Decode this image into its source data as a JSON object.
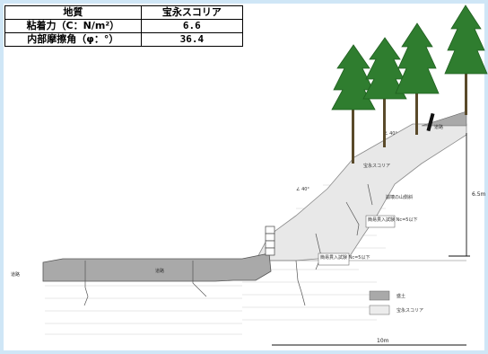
{
  "table": {
    "header": [
      "地質",
      "宝永スコリア"
    ],
    "rows": [
      {
        "label": "粘着力（C：N/m²）",
        "value": "6.6"
      },
      {
        "label": "内部摩擦角（φ：°）",
        "value": "36.4"
      }
    ]
  },
  "diagram": {
    "labels": {
      "left_road": "道路",
      "mid_road": "道路",
      "top_road": "道路",
      "slope_material": "宝永スコリア",
      "slope_surface": "崩壊の山側斜",
      "probe_1": "簡易貫入試験\nNc=5以下",
      "probe_2": "簡易貫入試験\nNc=5以下",
      "angle_upper": "∠ 40°",
      "angle_lower": "∠ 40°",
      "height_dim": "6.5m",
      "width_dim": "10m"
    },
    "legend": [
      {
        "label": "盛土",
        "color": "#a9a9a9"
      },
      {
        "label": "宝永スコリア",
        "color": "#ececec"
      }
    ],
    "colors": {
      "fill": "#a9a9a9",
      "scoria": "#e8e8e8",
      "tree": "#2f7d2f",
      "trunk": "#5a4a2a"
    }
  }
}
